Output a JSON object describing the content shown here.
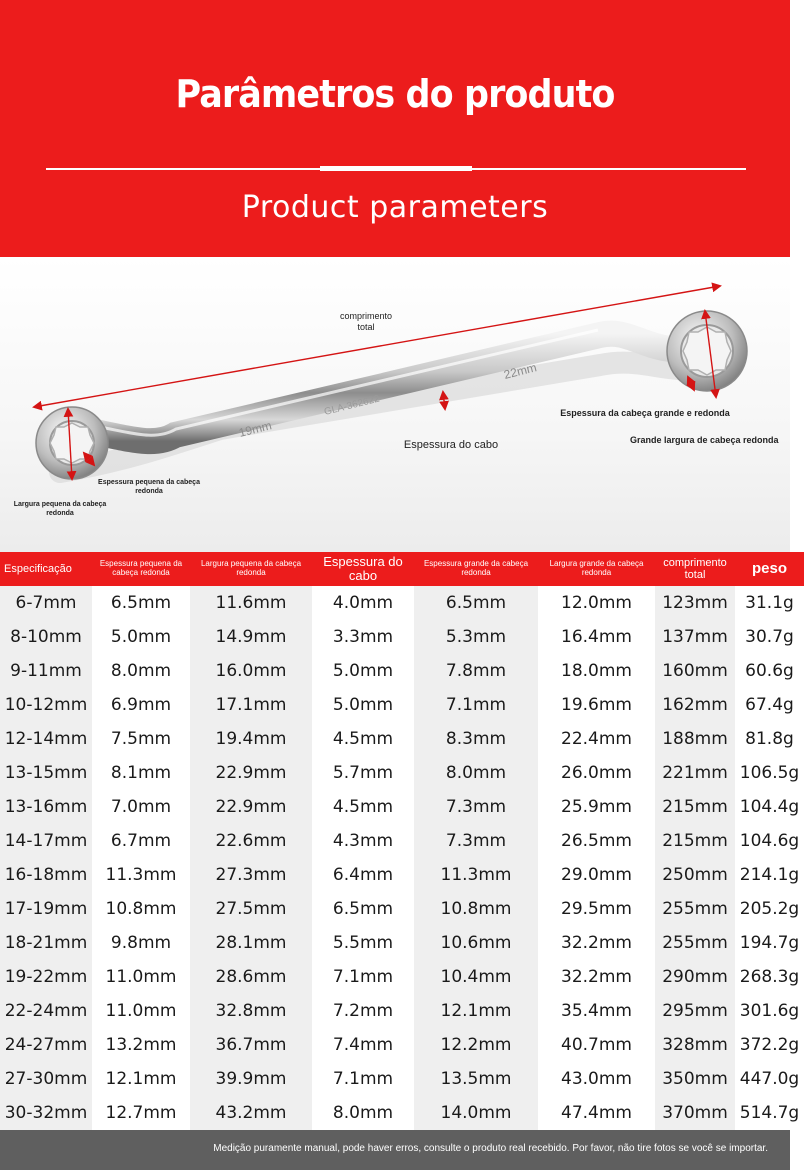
{
  "header": {
    "title": "Parâmetros do produto",
    "subtitle": "Product parameters",
    "background_color": "#ec1c1c"
  },
  "diagram": {
    "engravings": {
      "small_size": "19mm",
      "large_size": "22mm"
    },
    "labels": {
      "total_length_line1": "comprimento",
      "total_length_line2": "total",
      "large_head_thickness": "Espessura da cabeça grande e redonda",
      "large_head_width": "Grande largura de cabeça redonda",
      "handle_thickness": "Espessura do cabo",
      "small_head_thickness_line1": "Espessura pequena da cabeça",
      "small_head_thickness_line2": "redonda",
      "small_head_width_line1": "Largura pequena da cabeça",
      "small_head_width_line2": "redonda"
    },
    "arrow_color": "#d41414"
  },
  "table": {
    "headers": [
      "Especificação",
      "Espessura pequena da cabeça redonda",
      "Largura pequena da cabeça redonda",
      "Espessura do cabo",
      "Espessura grande da cabeça redonda",
      "Largura grande da cabeça redonda",
      "comprimento total",
      "peso"
    ],
    "rows": [
      [
        "6-7mm",
        "6.5mm",
        "11.6mm",
        "4.0mm",
        "6.5mm",
        "12.0mm",
        "123mm",
        "31.1g"
      ],
      [
        "8-10mm",
        "5.0mm",
        "14.9mm",
        "3.3mm",
        "5.3mm",
        "16.4mm",
        "137mm",
        "30.7g"
      ],
      [
        "9-11mm",
        "8.0mm",
        "16.0mm",
        "5.0mm",
        "7.8mm",
        "18.0mm",
        "160mm",
        "60.6g"
      ],
      [
        "10-12mm",
        "6.9mm",
        "17.1mm",
        "5.0mm",
        "7.1mm",
        "19.6mm",
        "162mm",
        "67.4g"
      ],
      [
        "12-14mm",
        "7.5mm",
        "19.4mm",
        "4.5mm",
        "8.3mm",
        "22.4mm",
        "188mm",
        "81.8g"
      ],
      [
        "13-15mm",
        "8.1mm",
        "22.9mm",
        "5.7mm",
        "8.0mm",
        "26.0mm",
        "221mm",
        "106.5g"
      ],
      [
        "13-16mm",
        "7.0mm",
        "22.9mm",
        "4.5mm",
        "7.3mm",
        "25.9mm",
        "215mm",
        "104.4g"
      ],
      [
        "14-17mm",
        "6.7mm",
        "22.6mm",
        "4.3mm",
        "7.3mm",
        "26.5mm",
        "215mm",
        "104.6g"
      ],
      [
        "16-18mm",
        "11.3mm",
        "27.3mm",
        "6.4mm",
        "11.3mm",
        "29.0mm",
        "250mm",
        "214.1g"
      ],
      [
        "17-19mm",
        "10.8mm",
        "27.5mm",
        "6.5mm",
        "10.8mm",
        "29.5mm",
        "255mm",
        "205.2g"
      ],
      [
        "18-21mm",
        "9.8mm",
        "28.1mm",
        "5.5mm",
        "10.6mm",
        "32.2mm",
        "255mm",
        "194.7g"
      ],
      [
        "19-22mm",
        "11.0mm",
        "28.6mm",
        "7.1mm",
        "10.4mm",
        "32.2mm",
        "290mm",
        "268.3g"
      ],
      [
        "22-24mm",
        "11.0mm",
        "32.8mm",
        "7.2mm",
        "12.1mm",
        "35.4mm",
        "295mm",
        "301.6g"
      ],
      [
        "24-27mm",
        "13.2mm",
        "36.7mm",
        "7.4mm",
        "12.2mm",
        "40.7mm",
        "328mm",
        "372.2g"
      ],
      [
        "27-30mm",
        "12.1mm",
        "39.9mm",
        "7.1mm",
        "13.5mm",
        "43.0mm",
        "350mm",
        "447.0g"
      ],
      [
        "30-32mm",
        "12.7mm",
        "43.2mm",
        "8.0mm",
        "14.0mm",
        "47.4mm",
        "370mm",
        "514.7g"
      ]
    ]
  },
  "footer": {
    "note": "Medição puramente manual, pode haver erros, consulte o produto real recebido. Por favor, não tire fotos se você se importar."
  }
}
